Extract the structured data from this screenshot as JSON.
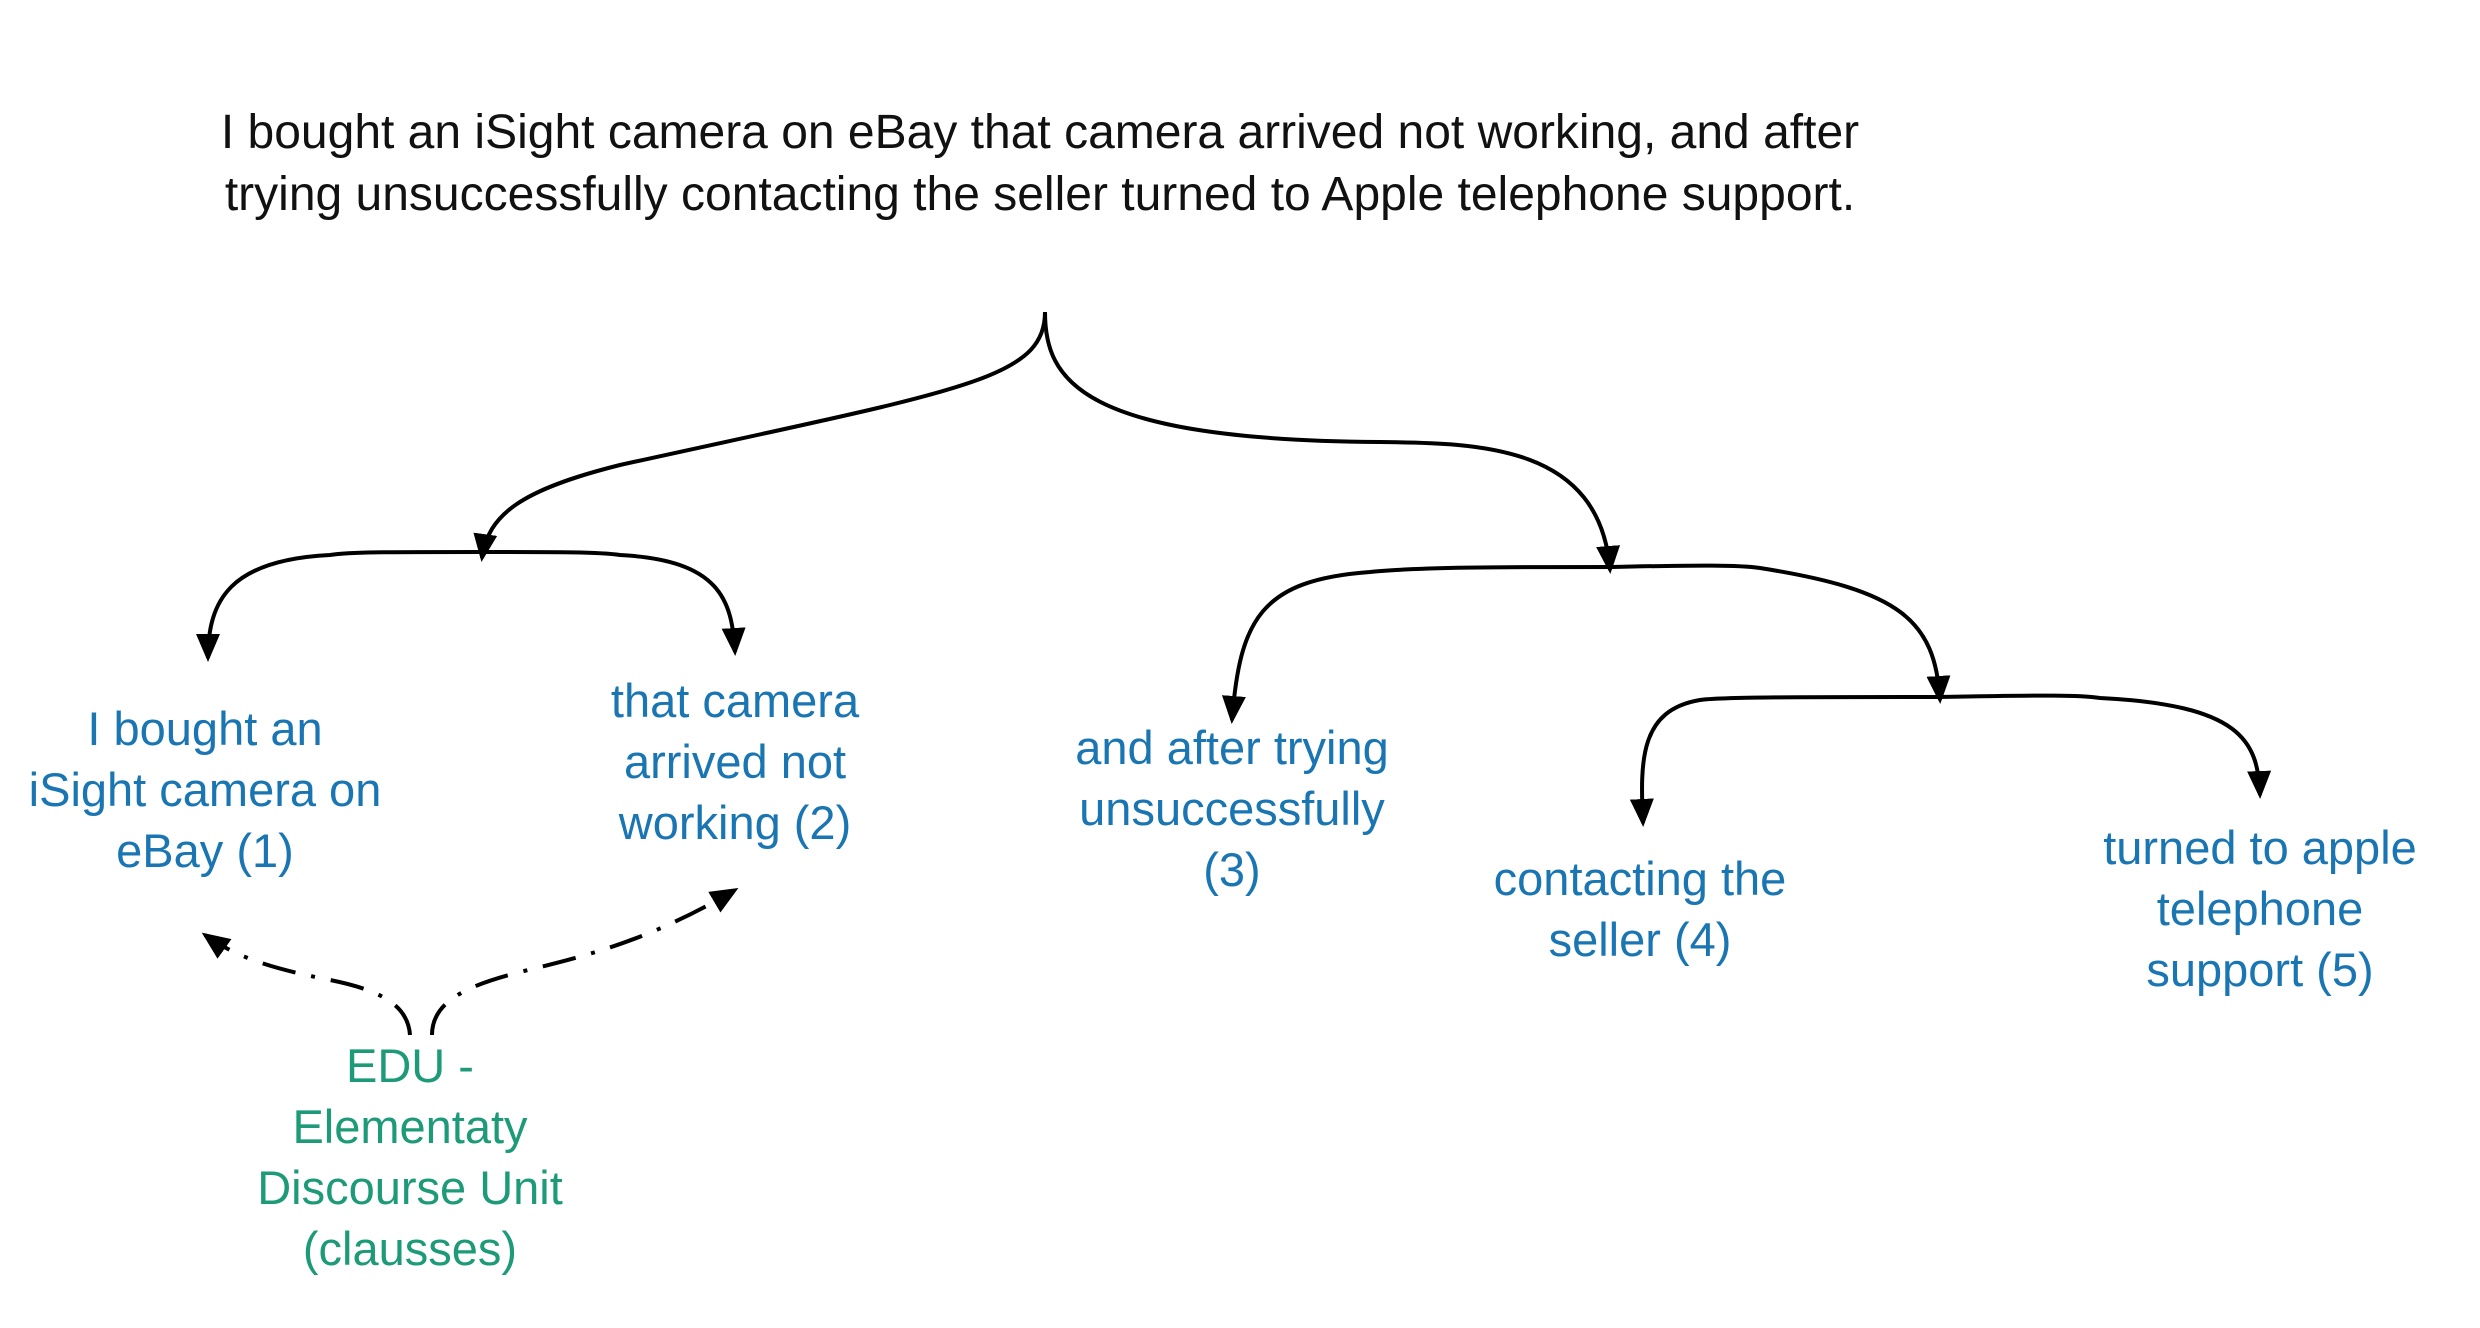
{
  "colors": {
    "text": "#111111",
    "segment": "#1a75b3",
    "annotation": "#1d9a78",
    "edge": "#000000"
  },
  "sentence": {
    "lines": [
      "I bought an iSight camera on eBay that camera arrived not working, and after",
      "trying unsuccessfully contacting the seller turned to Apple telephone support."
    ]
  },
  "segments": [
    {
      "lines": [
        "I bought an",
        "iSight camera on",
        "eBay (1)"
      ]
    },
    {
      "lines": [
        "that camera",
        "arrived not",
        "working (2)"
      ]
    },
    {
      "lines": [
        "and after trying",
        "unsuccessfully",
        "(3)"
      ]
    },
    {
      "lines": [
        "contacting the",
        "seller (4)"
      ]
    },
    {
      "lines": [
        "turned to apple",
        "telephone",
        "support (5)"
      ]
    }
  ],
  "annotation": {
    "lines": [
      "EDU -",
      "Elementaty",
      "Discourse Unit",
      "(clausses)"
    ]
  }
}
